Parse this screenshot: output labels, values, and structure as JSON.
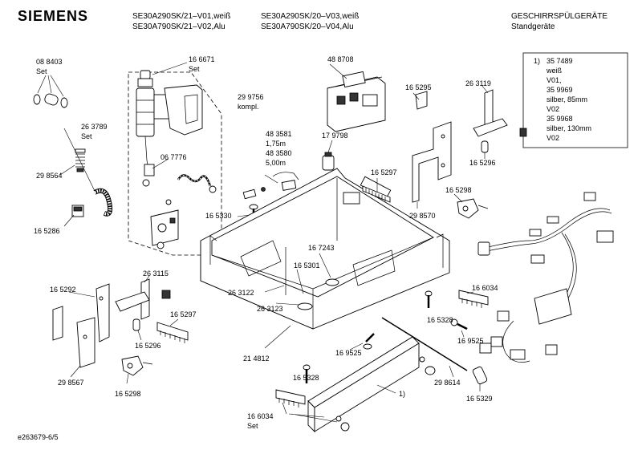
{
  "header": {
    "brand": "SIEMENS",
    "models_col1": [
      "SE30A290SK/21–V01,weiß",
      "SE30A790SK/21–V02,Alu"
    ],
    "models_col2": [
      "SE30A290SK/20–V03,weiß",
      "SE30A790SK/20–V04,Alu"
    ],
    "category": [
      "GESCHIRRSPÜLGERÄTE",
      "Standgeräte"
    ]
  },
  "footnote": {
    "marker": "1)",
    "lines": [
      "35 7489",
      "weiß",
      "V01,",
      "35 9969",
      "silber, 85mm",
      "V02",
      "35 9968",
      "silber, 130mm",
      "V02"
    ]
  },
  "labels": {
    "p088403": "08 8403",
    "set1": "Set",
    "p166671": "16 6671",
    "set2": "Set",
    "p299756": "29 9756",
    "kompl": "kompl.",
    "p263789": "26 3789",
    "set3": "Set",
    "p298564": "29 8564",
    "p067776": "06 7776",
    "p165286": "16 5286",
    "p165330": "16 5330",
    "p483581": "48 3581",
    "len1": "1,75m",
    "p483580": "48 3580",
    "len2": "5,00m",
    "p488708": "48 8708",
    "p179798": "17 9798",
    "p165297a": "16 5297",
    "p165295": "16 5295",
    "p263119": "26 3119",
    "p165296a": "16 5296",
    "p165298a": "16 5298",
    "p298570": "29 8570",
    "p167243": "16 7243",
    "p165301": "16 5301",
    "p263122": "26 3122",
    "p263123": "26 3123",
    "p165292": "16 5292",
    "p263115": "26 3115",
    "p165297b": "16 5297",
    "p165296b": "16 5296",
    "p298567": "29 8567",
    "p165298b": "16 5298",
    "p214812": "21 4812",
    "p169525a": "16 9525",
    "p165328a": "16 5328",
    "p165328b": "16 5328",
    "p166034a": "16 6034",
    "p169525b": "16 9525",
    "p298614": "29 8614",
    "p165329": "16 5329",
    "p166034b": "16 6034",
    "set4": "Set",
    "ref1": "1)"
  },
  "doc_id": "e263679-6/5"
}
